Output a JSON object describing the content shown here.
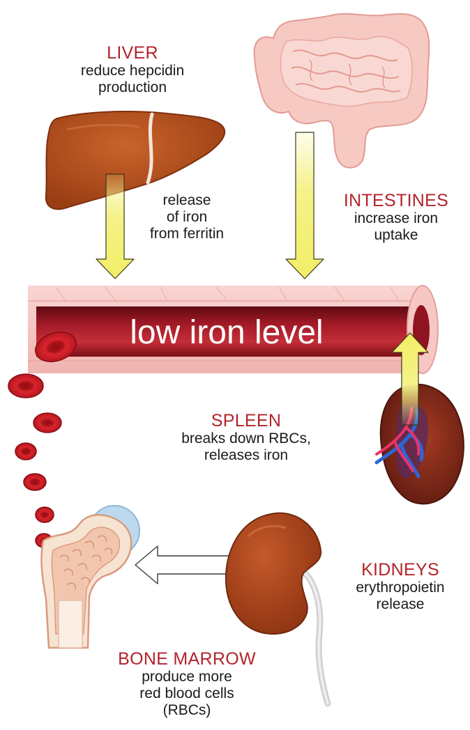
{
  "vessel": {
    "label": "low iron level"
  },
  "liver": {
    "title": "LIVER",
    "lines": [
      "reduce hepcidin",
      "production"
    ]
  },
  "ferritin": {
    "lines": [
      "release",
      "of iron",
      "from ferritin"
    ]
  },
  "intestines": {
    "title": "INTESTINES",
    "lines": [
      "increase iron",
      "uptake"
    ]
  },
  "spleen": {
    "title": "SPLEEN",
    "lines": [
      "breaks down RBCs,",
      "releases iron"
    ]
  },
  "kidneys": {
    "title": "KIDNEYS",
    "lines": [
      "erythropoietin",
      "release"
    ]
  },
  "bone_marrow": {
    "title": "BONE MARROW",
    "lines": [
      "produce more",
      "red blood cells",
      "(RBCs)"
    ]
  },
  "colors": {
    "title_red": "#b3232b",
    "vessel_dark": "#8e1420",
    "vessel_pink": "#f4c2c0",
    "arrow_yellow": "#f5f28a",
    "liver_brown": "#b24e1c",
    "kidney_brown": "#b2481e",
    "spleen_dark": "#7a2418",
    "intestine_pink": "#f6c9c3",
    "bone_cream": "#f7e3d2",
    "cartilage_blue": "#bcd9ee"
  }
}
